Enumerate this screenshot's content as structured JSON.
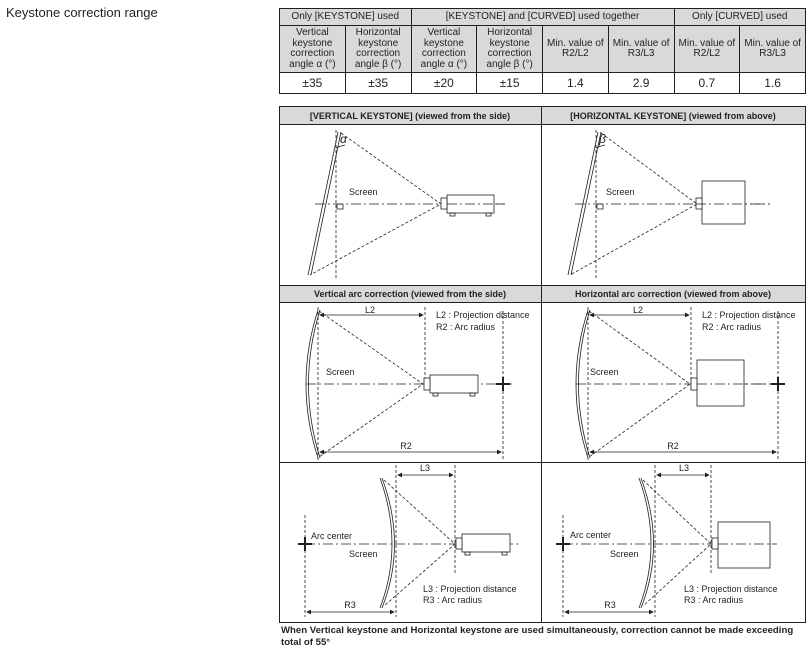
{
  "title": "Keystone correction range",
  "table": {
    "groups": [
      "Only [KEYSTONE] used",
      "[KEYSTONE] and [CURVED] used together",
      "Only [CURVED] used"
    ],
    "columns": [
      "Vertical keystone correction angle α (°)",
      "Horizontal keystone correction angle β (°)",
      "Vertical keystone correction angle α (°)",
      "Horizontal keystone correction angle β (°)",
      "Min. value of R2/L2",
      "Min. value of R3/L3",
      "Min. value of R2/L2",
      "Min. value of R3/L3"
    ],
    "values": [
      "±35",
      "±35",
      "±20",
      "±15",
      "1.4",
      "2.9",
      "0.7",
      "1.6"
    ]
  },
  "diagrams": {
    "vertical_keystone_title": "[VERTICAL KEYSTONE] (viewed from the side)",
    "horizontal_keystone_title": "[HORIZONTAL KEYSTONE] (viewed from above)",
    "vertical_arc_title": "Vertical arc correction (viewed from the side)",
    "horizontal_arc_title": "Horizontal arc correction (viewed from above)",
    "alpha": "α",
    "beta": "β",
    "screen": "Screen",
    "arc_center": "Arc center",
    "l2": "L2",
    "r2": "R2",
    "l3": "L3",
    "r3": "R3",
    "l2_legend": "L2 : Projection distance",
    "r2_legend": "R2 : Arc radius",
    "l3_legend": "L3 : Projection distance",
    "r3_legend": "R3 : Arc radius"
  },
  "footnote": "When Vertical keystone and Horizontal keystone are used simultaneously, correction cannot be made exceeding total of 55°"
}
